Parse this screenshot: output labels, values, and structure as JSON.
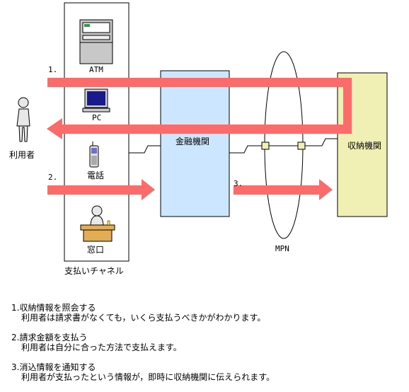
{
  "diagram": {
    "user_label": "利用者",
    "channel_caption": "支払いチャネル",
    "channels": [
      "ATM",
      "PC",
      "電話",
      "窓口"
    ],
    "bank_label": "金融機関",
    "collector_label": "収納機関",
    "network_label": "MPN",
    "step_markers": [
      "1.",
      "2.",
      "3."
    ]
  },
  "notes": [
    {
      "title": "1.収納情報を照会する",
      "body": "利用者は請求書がなくても，いくら支払うべきかがわかります。"
    },
    {
      "title": "2.請求金額を支払う",
      "body": "利用者は自分に合った方法で支払えます。"
    },
    {
      "title": "3.消込情報を通知する",
      "body": "利用者が支払ったという情報が，即時に収納機関に伝えられます。"
    }
  ],
  "colors": {
    "arrow": "#fa6b6b",
    "bank_fill": "#cce6ff",
    "collector_fill": "#f0f0b4",
    "connector_fill": "#f0f0b4"
  }
}
